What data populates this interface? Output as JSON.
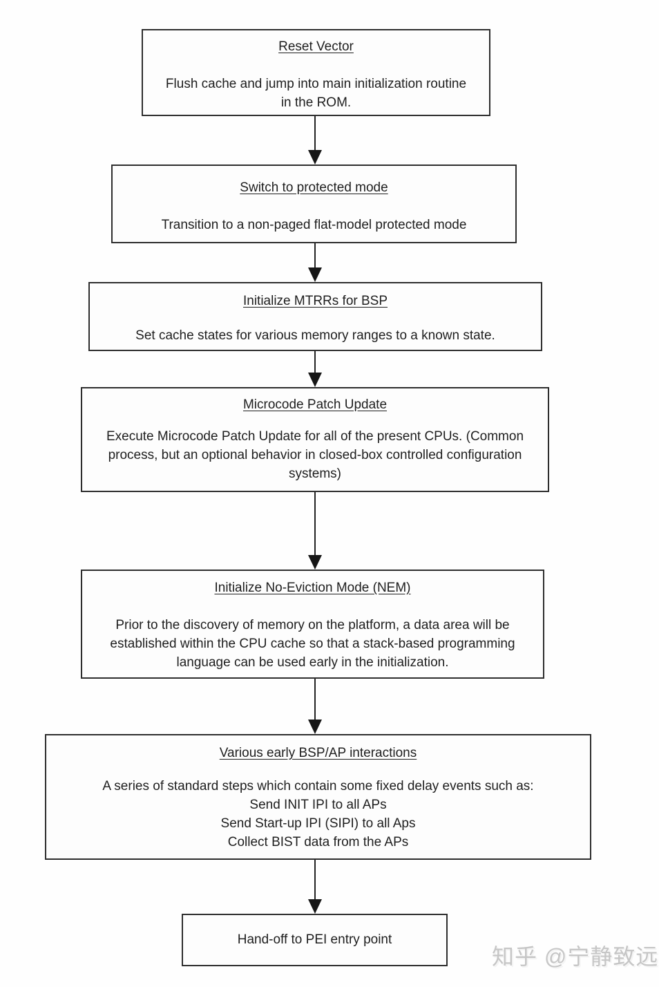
{
  "page": {
    "background": "#ffffff",
    "watermark": "知乎 @宁静致远"
  },
  "colors": {
    "node_border": "#2d2d2d",
    "node_fill": "#fdfdfd",
    "text": "#1e1e1e",
    "arrow": "#161616",
    "watermark": "#c6c6c6"
  },
  "diagram": {
    "type": "flowchart",
    "direction": "top-down",
    "nodes": [
      {
        "id": "reset-vector",
        "title": "Reset Vector",
        "body": "Flush cache and jump into main initialization routine in the ROM."
      },
      {
        "id": "switch-to-protected-mode",
        "title": "Switch to protected mode",
        "body": "Transition to a non-paged flat-model protected mode"
      },
      {
        "id": "initialize-mtrrs-for-bsp",
        "title": "Initialize MTRRs for BSP",
        "body": "Set cache states for various memory ranges to a known state."
      },
      {
        "id": "microcode-patch-update",
        "title": "Microcode Patch Update",
        "body": "Execute Microcode Patch Update for all of the present CPUs. (Common process, but an optional behavior in closed-box controlled configuration systems)"
      },
      {
        "id": "initialize-no-eviction-mode",
        "title": "Initialize No-Eviction Mode (NEM)",
        "body": "Prior to the discovery of memory on the platform, a data area will be established within the CPU cache so that a stack-based programming language can be used early in the initialization."
      },
      {
        "id": "various-early-bsp-ap-interactions",
        "title": "Various early BSP/AP interactions",
        "body_lines": [
          "A series of standard steps which contain some fixed delay events such as:",
          "Send INIT IPI to all APs",
          "Send Start-up IPI (SIPI) to all Aps",
          "Collect BIST data from the APs"
        ]
      },
      {
        "id": "hand-off-to-pei",
        "title": "",
        "body": "Hand-off to PEI entry point"
      }
    ],
    "edges": [
      {
        "from": "reset-vector",
        "to": "switch-to-protected-mode"
      },
      {
        "from": "switch-to-protected-mode",
        "to": "initialize-mtrrs-for-bsp"
      },
      {
        "from": "initialize-mtrrs-for-bsp",
        "to": "microcode-patch-update"
      },
      {
        "from": "microcode-patch-update",
        "to": "initialize-no-eviction-mode"
      },
      {
        "from": "initialize-no-eviction-mode",
        "to": "various-early-bsp-ap-interactions"
      },
      {
        "from": "various-early-bsp-ap-interactions",
        "to": "hand-off-to-pei"
      }
    ]
  }
}
